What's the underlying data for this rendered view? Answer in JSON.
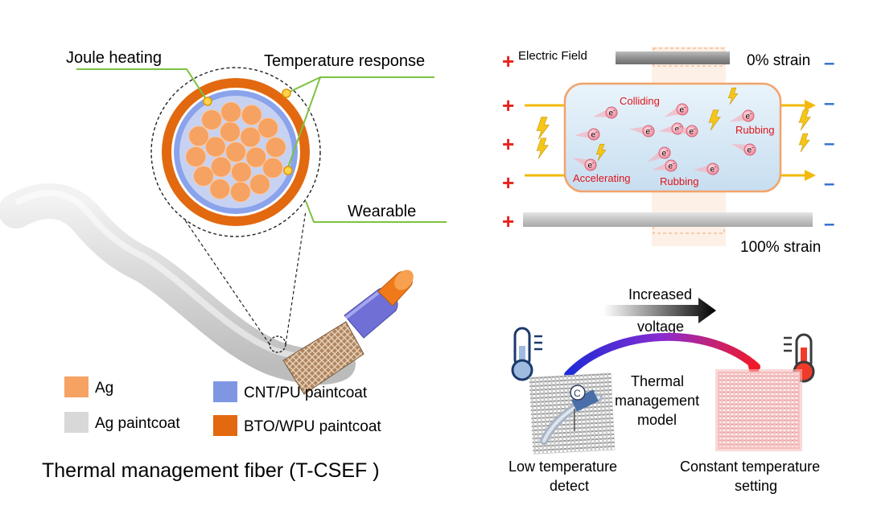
{
  "left_panel": {
    "callouts": {
      "joule_heating": "Joule heating",
      "temperature_response": "Temperature response",
      "wearable": "Wearable"
    },
    "legend": [
      {
        "label": "Ag",
        "color": "#f6a262"
      },
      {
        "label": "Ag paintcoat",
        "color": "#d8d8d8"
      },
      {
        "label": "CNT/PU paintcoat",
        "color": "#7f97e3"
      },
      {
        "label": "BTO/WPU paintcoat",
        "color": "#e2690f"
      }
    ],
    "title": "Thermal management fiber (T-CSEF )"
  },
  "strain_panel": {
    "electric_field": "Electric Field",
    "strain_low": "0% strain",
    "strain_high": "100% strain",
    "electron": "e",
    "electron_sup": "-",
    "labels": {
      "colliding": "Colliding",
      "rubbing_right": "Rubbing",
      "accelerating": "Accelerating",
      "rubbing_bottom": "Rubbing"
    },
    "plus": "+",
    "minus": "–"
  },
  "thermal_panel": {
    "arrow_label_top": "Increased",
    "arrow_label_bottom": "voltage",
    "model_line1": "Thermal",
    "model_line2": "management",
    "model_line3": "model",
    "left_caption_line1": "Low temperature",
    "left_caption_line2": "detect",
    "right_caption_line1": "Constant temperature",
    "right_caption_line2": "setting",
    "badge": "C"
  },
  "colors": {
    "green_line": "#7cc242",
    "silver_core": "#f6a262",
    "cnt_layer": "#8aa3ea",
    "bto_layer": "#e2690f",
    "plus_red": "#e8221c",
    "minus_blue": "#2f6fd0",
    "bolt_yellow": "#f5c518",
    "arrow_yellow": "#f2b90c",
    "electron_label_red": "#e0141a"
  }
}
